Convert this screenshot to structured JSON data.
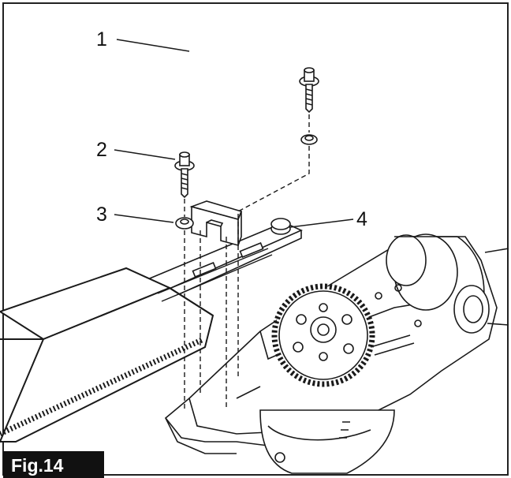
{
  "figure": {
    "label": "Fig.14",
    "colors": {
      "line": "#1a1a1a",
      "background": "#ffffff",
      "label_bg": "#111111",
      "label_text": "#ffffff"
    }
  },
  "callouts": [
    {
      "id": "1",
      "text": "1"
    },
    {
      "id": "2",
      "text": "2"
    },
    {
      "id": "3",
      "text": "3"
    },
    {
      "id": "4",
      "text": "4"
    }
  ],
  "parts": [
    "cap",
    "screw",
    "washer",
    "rail",
    "base-assembly",
    "gear",
    "housing"
  ]
}
